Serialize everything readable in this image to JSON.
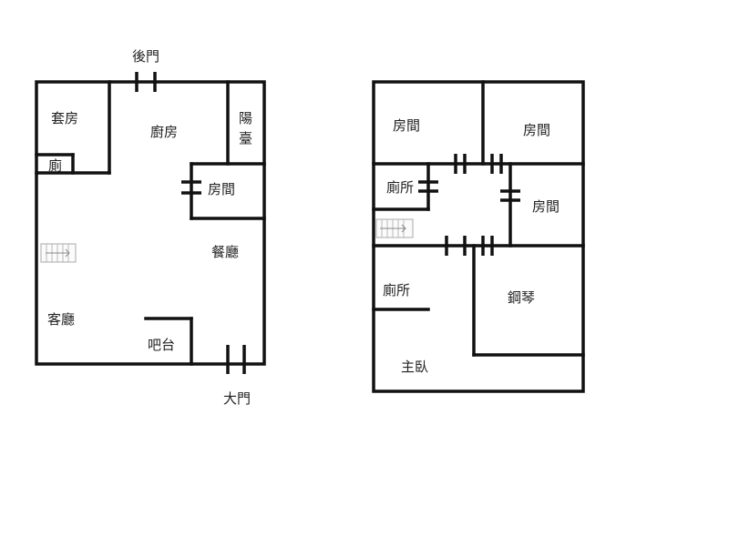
{
  "labels": {
    "rear_door": "後門",
    "main_door": "大門",
    "suite": "套房",
    "kitchen": "廚房",
    "balcony_top": "陽",
    "balcony_bottom": "臺",
    "toilet_small": "廁",
    "room_ground": "房間",
    "dining": "餐廳",
    "living": "客廳",
    "bar": "吧台",
    "room_tl": "房間",
    "room_tr": "房間",
    "toilet_upper": "廁所",
    "room_mid": "房間",
    "toilet_lower": "廁所",
    "piano": "鋼琴",
    "master": "主臥"
  },
  "colors": {
    "wall": "#111111",
    "text": "#222222",
    "background": "#ffffff"
  },
  "icons": [
    "stair-icon"
  ]
}
